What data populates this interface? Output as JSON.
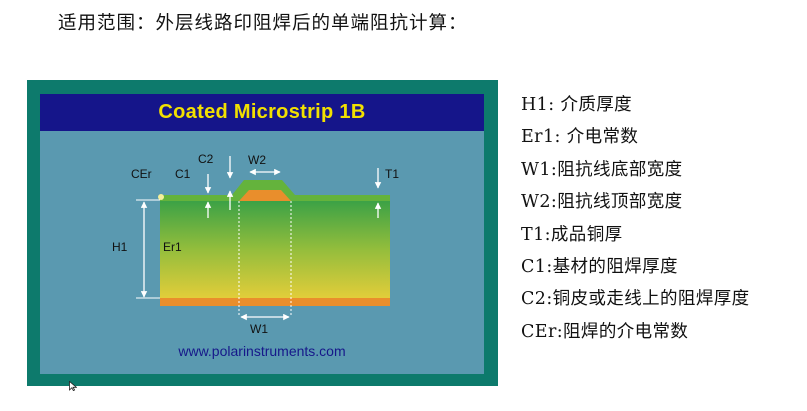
{
  "heading": "适用范围：外层线路印阻焊后的单端阻抗计算：",
  "figure": {
    "title": "Coated Microstrip 1B",
    "url": "www.polarinstruments.com",
    "labels": {
      "cer": "CEr",
      "c1": "C1",
      "c2": "C2",
      "w2": "W2",
      "t1": "T1",
      "h1": "H1",
      "er1": "Er1",
      "w1": "W1"
    }
  },
  "legend": [
    "H1: 介质厚度",
    "Er1: 介电常数",
    "W1:阻抗线底部宽度",
    "W2:阻抗线顶部宽度",
    "T1:成品铜厚",
    "C1:基材的阻焊厚度",
    "C2:铜皮或走线上的阻焊厚度",
    "CEr:阻焊的介电常数"
  ],
  "colors": {
    "frame": "#0d7a6c",
    "title_bar": "#15158a",
    "title_text": "#f2e000",
    "panel": "#5a99b0",
    "copper": "#e98e2c",
    "solder_mask": "#64b33c"
  }
}
